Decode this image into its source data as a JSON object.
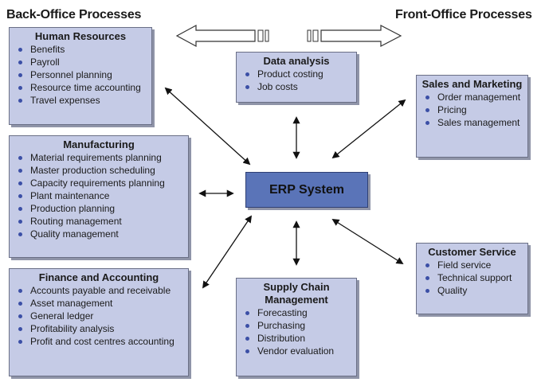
{
  "headings": {
    "back_office": "Back-Office Processes",
    "front_office": "Front-Office Processes"
  },
  "center": {
    "label": "ERP System"
  },
  "boxes": {
    "human_resources": {
      "title": "Human Resources",
      "items": [
        "Benefits",
        "Payroll",
        "Personnel planning",
        "Resource time accounting",
        "Travel expenses"
      ]
    },
    "manufacturing": {
      "title": "Manufacturing",
      "items": [
        "Material requirements planning",
        "Master production scheduling",
        "Capacity requirements planning",
        "Plant maintenance",
        "Production planning",
        "Routing management",
        "Quality management"
      ]
    },
    "finance": {
      "title": "Finance and Accounting",
      "items": [
        "Accounts payable and receivable",
        "Asset management",
        "General ledger",
        "Profitability analysis",
        "Profit and cost centres accounting"
      ]
    },
    "data_analysis": {
      "title": "Data analysis",
      "items": [
        "Product costing",
        "Job costs"
      ]
    },
    "supply_chain": {
      "title": "Supply Chain Management",
      "items": [
        "Forecasting",
        "Purchasing",
        "Distribution",
        "Vendor evaluation"
      ]
    },
    "sales": {
      "title": "Sales and Marketing",
      "items": [
        "Order management",
        "Pricing",
        "Sales management"
      ]
    },
    "customer_service": {
      "title": "Customer Service",
      "items": [
        "Field service",
        "Technical support",
        "Quality"
      ]
    }
  },
  "colors": {
    "box_fill": "#c5cbe6",
    "erp_fill": "#5a74b8",
    "bullet": "#3b4fa6"
  }
}
